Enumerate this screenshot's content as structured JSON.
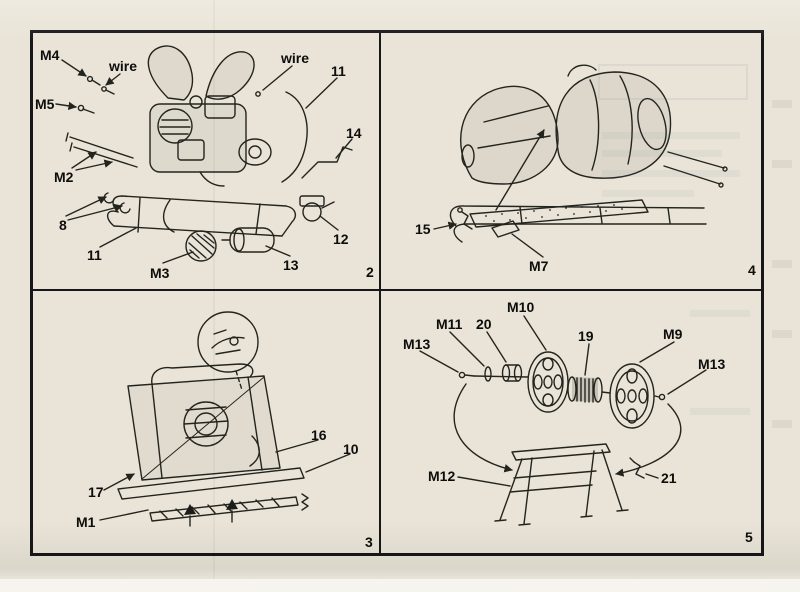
{
  "sheet": {
    "paper_color": "#e9e4d7",
    "ink_color": "#1c1c1a"
  },
  "panels": [
    {
      "id": "step-2",
      "number": "2",
      "labels": {
        "m4": "M4",
        "wire_left": "wire",
        "wire_right": "wire",
        "tube_upper": "11",
        "m5": "M5",
        "crank": "14",
        "m2": "M2",
        "clamps": "8",
        "tube_lower": "11",
        "m3": "M3",
        "muffler": "13",
        "pump": "12"
      }
    },
    {
      "id": "step-4",
      "number": "4",
      "labels": {
        "hook": "15",
        "m7": "M7"
      }
    },
    {
      "id": "step-3",
      "number": "3",
      "labels": {
        "harness": "16",
        "bed_plate": "10",
        "frame_arrow": "17",
        "m1": "M1"
      }
    },
    {
      "id": "step-5",
      "number": "5",
      "labels": {
        "m10": "M10",
        "m11": "M11",
        "washer": "20",
        "roller": "19",
        "m9": "M9",
        "m13_left": "M13",
        "m13_right": "M13",
        "m12": "M12",
        "bracket": "21"
      }
    }
  ]
}
